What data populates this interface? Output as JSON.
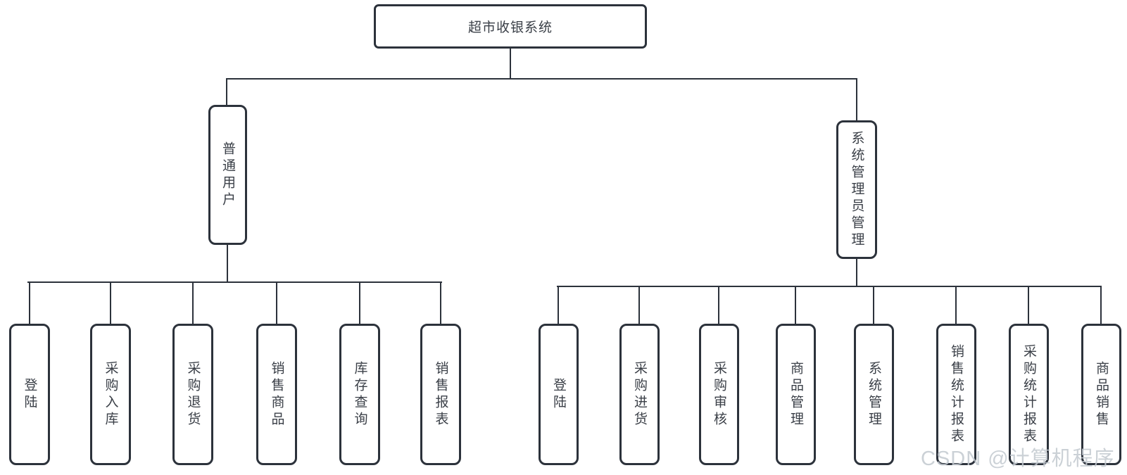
{
  "diagram": {
    "root": {
      "label": "超市收银系统"
    },
    "branches": [
      {
        "label": "普通用户",
        "children": [
          "登陆",
          "采购入库",
          "采购退货",
          "销售商品",
          "库存查询",
          "销售报表"
        ]
      },
      {
        "label": "系统管理员管理",
        "children": [
          "登陆",
          "采购进货",
          "采购审核",
          "商品管理",
          "系统管理",
          "销售统计报表",
          "采购统计报表",
          "商品销售"
        ]
      }
    ]
  },
  "watermark": {
    "text": "CSDN @计算机程序"
  },
  "colors": {
    "line": "#2c323b",
    "text": "#3a3f47",
    "watermark": "#c3c9d0",
    "background": "#ffffff"
  }
}
